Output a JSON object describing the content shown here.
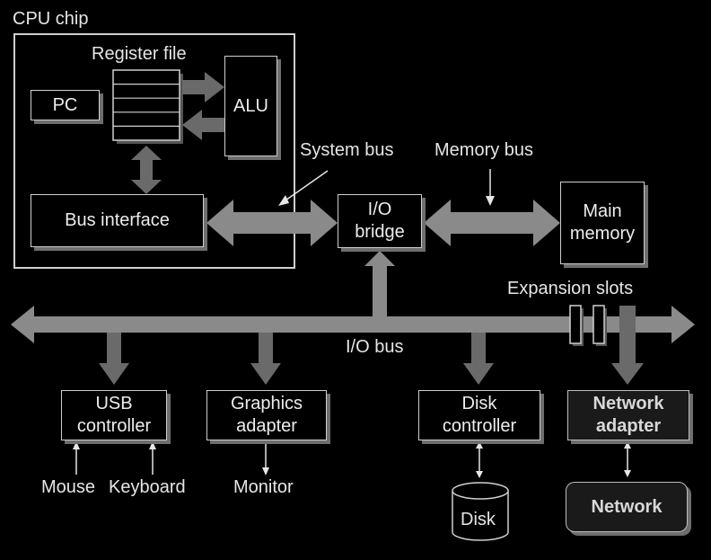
{
  "cpu_chip": {
    "title": "CPU chip"
  },
  "register_file": {
    "label": "Register file"
  },
  "pc": {
    "label": "PC"
  },
  "alu": {
    "label": "ALU"
  },
  "bus_interface": {
    "label": "Bus interface"
  },
  "system_bus": {
    "label": "System bus"
  },
  "memory_bus": {
    "label": "Memory bus"
  },
  "io_bridge": {
    "line1": "I/O",
    "line2": "bridge"
  },
  "main_memory": {
    "line1": "Main",
    "line2": "memory"
  },
  "expansion_slots": {
    "label": "Expansion slots"
  },
  "io_bus": {
    "label": "I/O bus"
  },
  "usb_controller": {
    "line1": "USB",
    "line2": "controller"
  },
  "graphics_adapter": {
    "line1": "Graphics",
    "line2": "adapter"
  },
  "disk_controller": {
    "line1": "Disk",
    "line2": "controller"
  },
  "network_adapter": {
    "line1": "Network",
    "line2": "adapter"
  },
  "mouse": {
    "label": "Mouse"
  },
  "keyboard": {
    "label": "Keyboard"
  },
  "monitor": {
    "label": "Monitor"
  },
  "disk": {
    "label": "Disk"
  },
  "network": {
    "label": "Network"
  },
  "colors": {
    "background": "#000000",
    "bus": "#bfbfbf",
    "bus_dark": "#5a5a5a",
    "text": "#e6e6e6",
    "shadow": "#6e6e6e"
  }
}
